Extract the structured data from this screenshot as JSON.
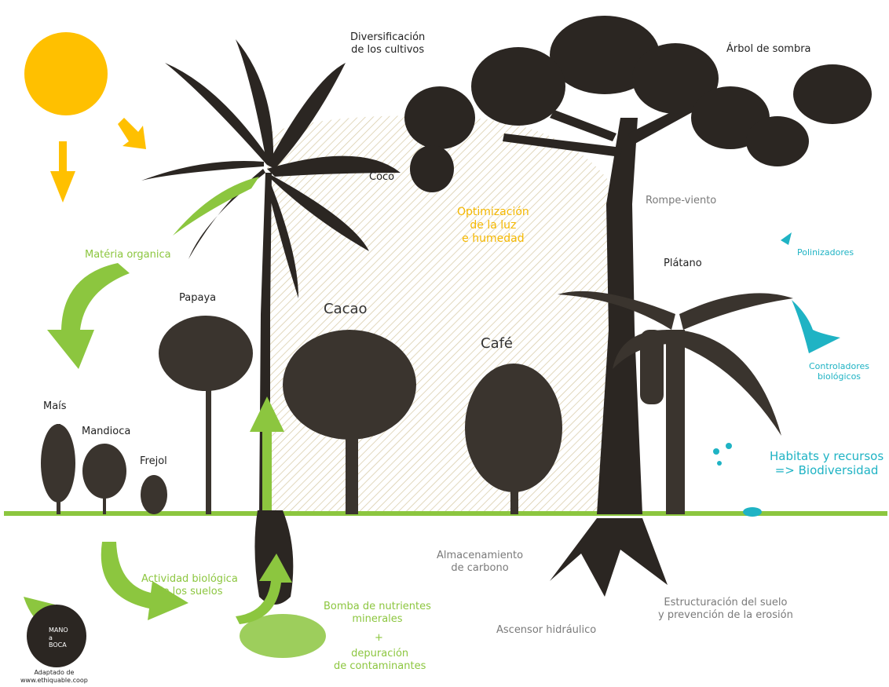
{
  "labels": {
    "diversificacion": "Diversificación\nde los cultivos",
    "arbol_sombra": "Árbol de sombra",
    "coco": "Coco",
    "optimizacion": "Optimización\nde la luz\ne humedad",
    "rompe_viento": "Rompe-viento",
    "polinizadores": "Polinizadores",
    "platano": "Plátano",
    "materia_organica": "Matéria organica",
    "papaya": "Papaya",
    "cacao": "Cacao",
    "cafe": "Café",
    "controladores": "Controladores\nbiológicos",
    "mais": "Maís",
    "mandioca": "Mandioca",
    "frejol": "Frejol",
    "habitats": "Habitats y recursos\n=> Biodiversidad",
    "almacenamiento": "Almacenamiento\nde carbono",
    "actividad": "Actividad biológica\nde los suelos",
    "bomba": "Bomba de nutrientes\nminerales",
    "plus": "+",
    "depuracion": "depuración\nde contaminantes",
    "ascensor": "Ascensor hidráulico",
    "estructuracion": "Estructuración del suelo\ny prevención de la erosión",
    "logo_text": "MANO\na\nBOCA",
    "credit": "Adaptado de\nwww.ethiquable.coop"
  },
  "colors": {
    "sun": "#ffc000",
    "green": "#8cc63f",
    "trees": "#2b2622",
    "grey_text": "#7a7a7a",
    "cyan": "#1fb3c4",
    "yellow_text": "#f5b800"
  }
}
